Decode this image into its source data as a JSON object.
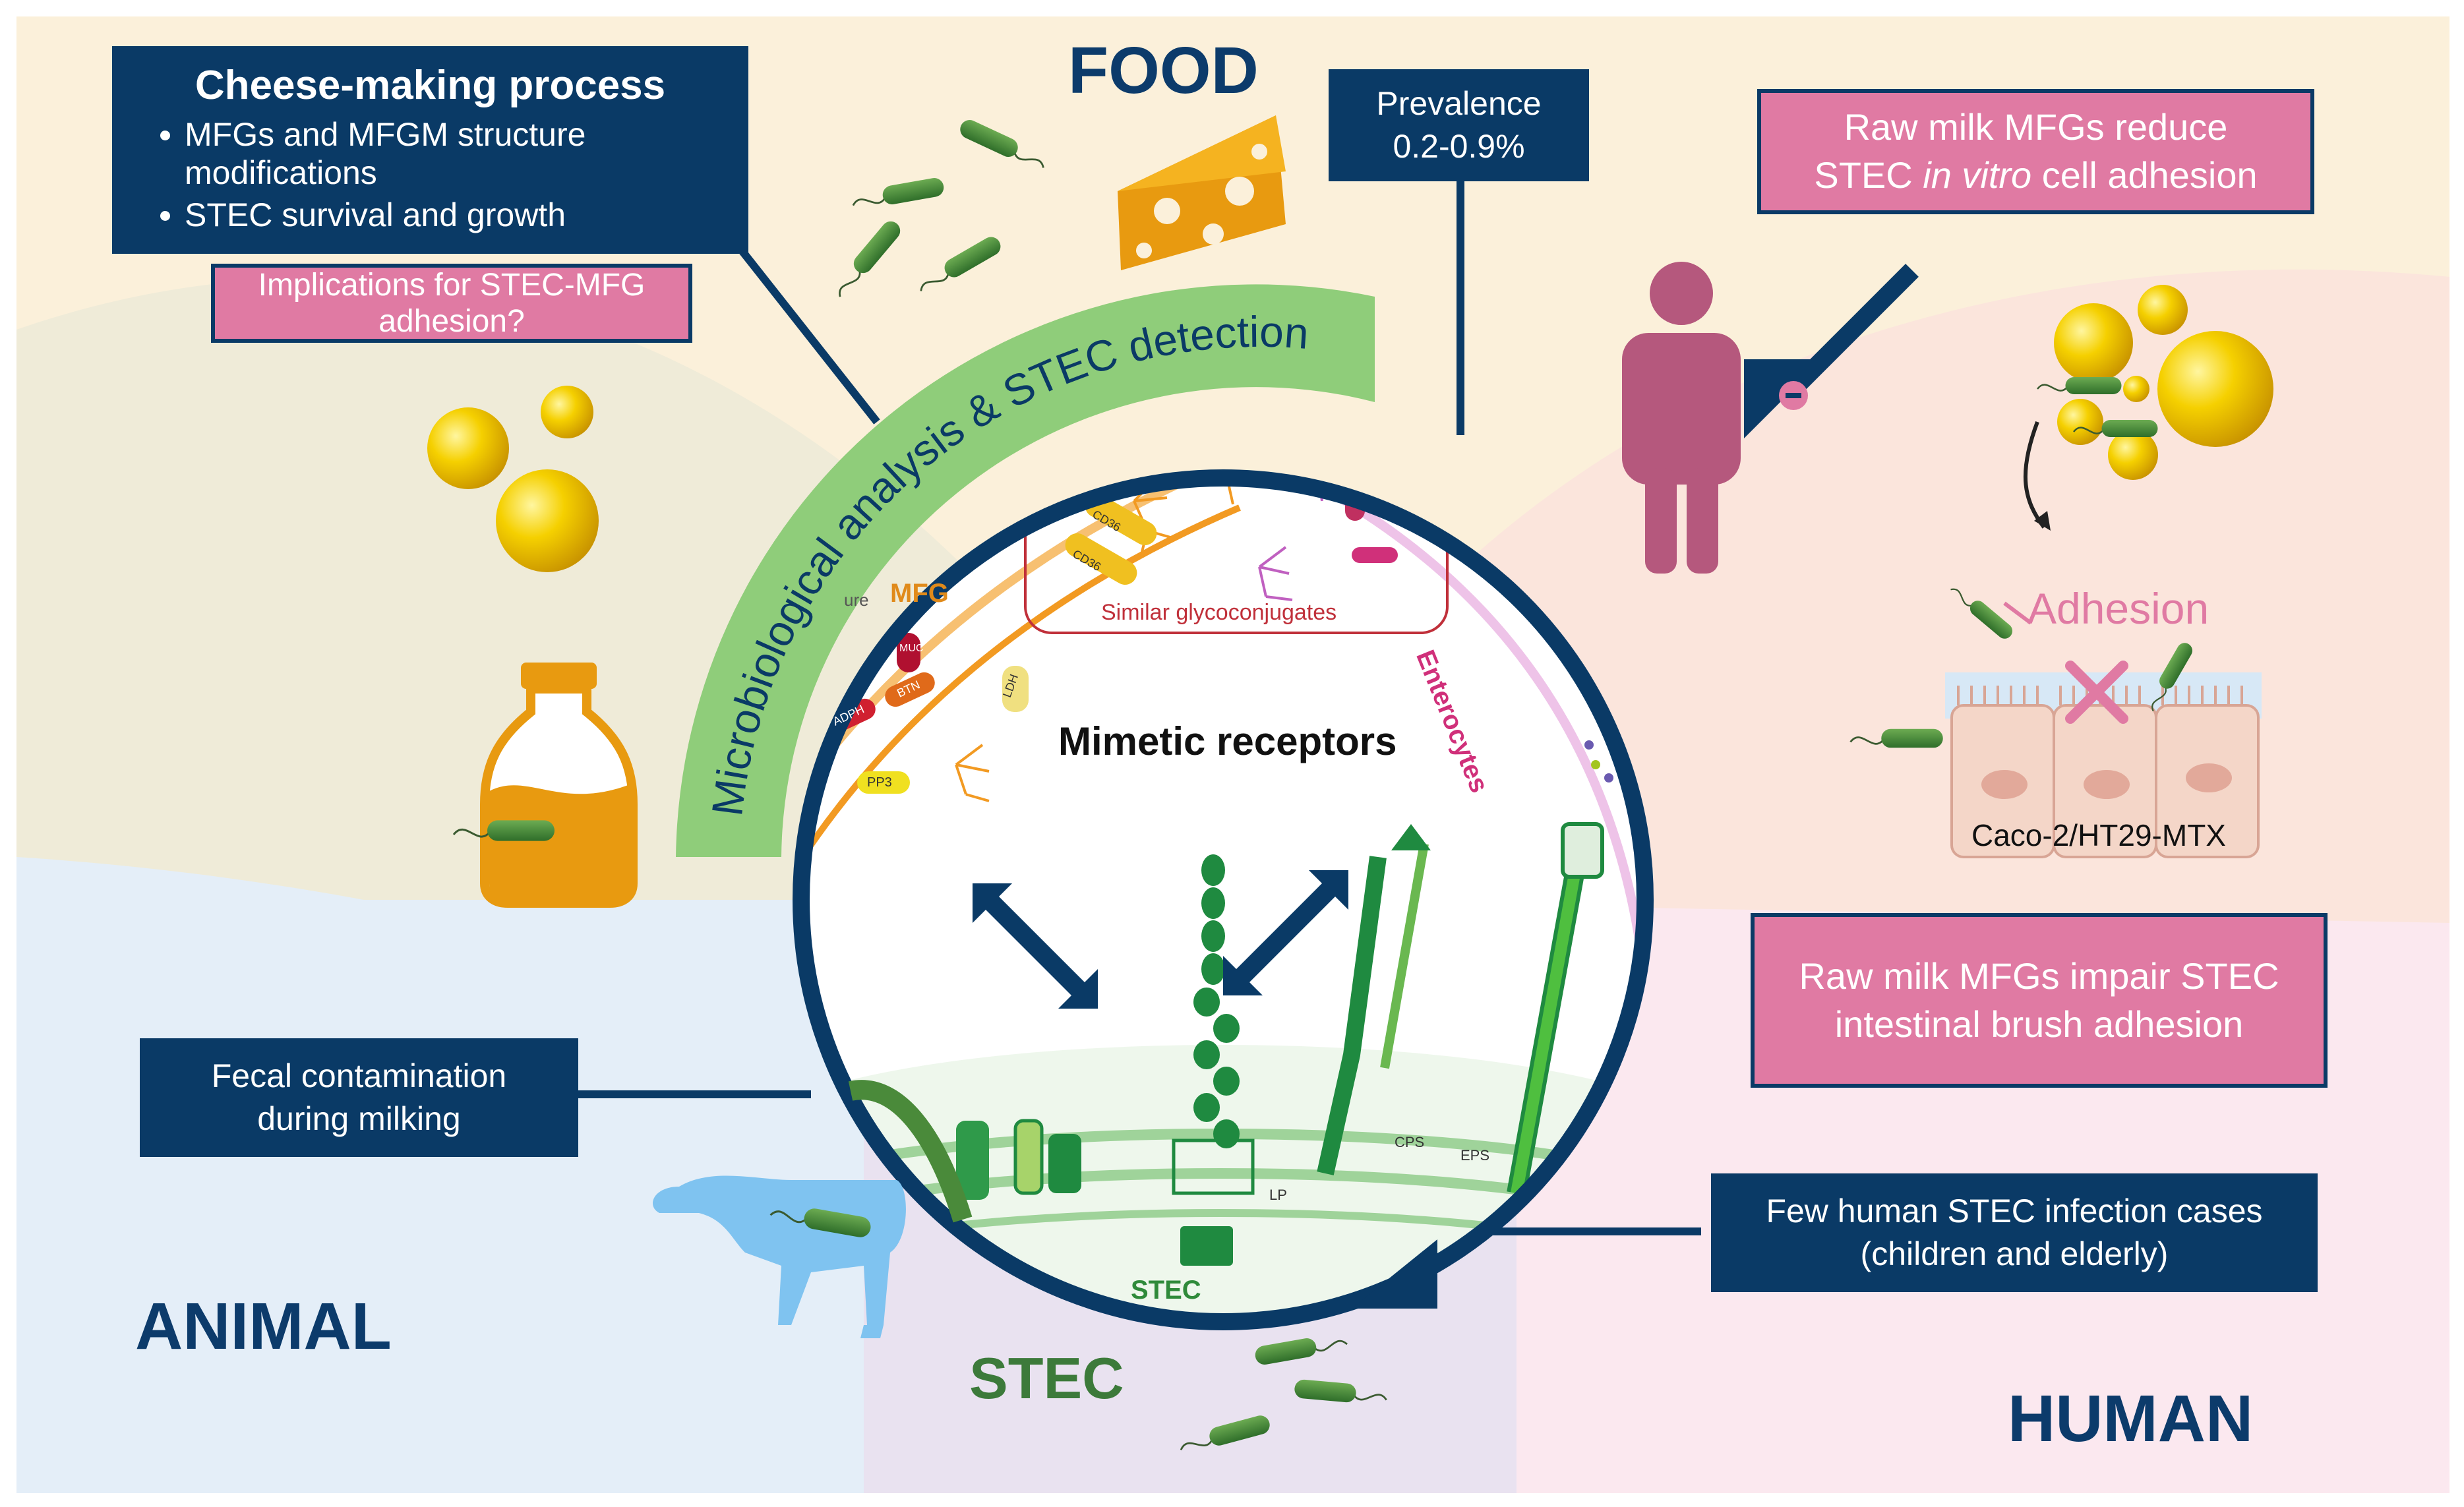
{
  "sectors": {
    "food": "FOOD",
    "animal": "ANIMAL",
    "human": "HUMAN",
    "stec": "STEC"
  },
  "cheese_box": {
    "title": "Cheese-making process",
    "bullets": [
      "MFGs and MFGM structure modifications",
      "STEC survival and growth"
    ]
  },
  "implications_box": {
    "text": "Implications for STEC-MFG adhesion?"
  },
  "prevalence_box": {
    "line1": "Prevalence",
    "line2": "0.2-0.9%"
  },
  "raw_milk_reduce_box": {
    "line1": "Raw milk MFGs reduce",
    "line2_pre": "STEC ",
    "line2_italic": "in vitro",
    "line2_post": " cell adhesion"
  },
  "raw_milk_impair_box": {
    "line1": "Raw milk MFGs impair STEC",
    "line2": "intestinal brush adhesion"
  },
  "fecal_box": {
    "line1": "Fecal contamination",
    "line2": "during milking"
  },
  "human_cases_box": {
    "line1": "Few human STEC infection cases",
    "line2": "(children and elderly)"
  },
  "arc_label": "Microbiological analysis & STEC detection",
  "circle": {
    "mimetic": "Mimetic receptors",
    "similar": "Similar glycoconjugates",
    "mfg": "MFG",
    "enterocytes": "Enterocytes",
    "stec_inner": "STEC",
    "cd36": "CD36",
    "cd36b": "CD36",
    "ldh": "LDH",
    "adph": "ADPH",
    "btn": "BTN",
    "pp3": "PP3",
    "muc": "MUC",
    "cps": "CPS",
    "eps": "EPS",
    "lp": "LP",
    "ure": "ure"
  },
  "adhesion": {
    "label": "Adhesion",
    "cell_line": "Caco-2/HT29-MTX"
  },
  "colors": {
    "navy": "#0a3a66",
    "pink": "#e07aa3",
    "green_arc": "#8fcd7a",
    "fat_globule": "#f2c200",
    "bacteria": "#4a8a3a"
  },
  "icons": [
    "cheese-icon",
    "milk-bottle-icon",
    "cow-icon",
    "human-figure-icon",
    "fat-globule-icon",
    "bacterium-icon",
    "double-arrow-icon",
    "cross-icon"
  ]
}
